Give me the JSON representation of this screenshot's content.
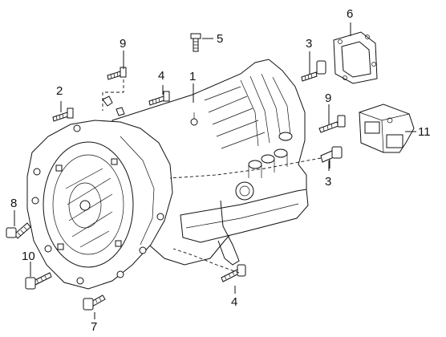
{
  "callouts": {
    "c1": "1",
    "c2": "2",
    "c3a": "3",
    "c3b": "3",
    "c4a": "4",
    "c4b": "4",
    "c5": "5",
    "c6": "6",
    "c7": "7",
    "c8": "8",
    "c9a": "9",
    "c9b": "9",
    "c10": "10",
    "c11": "11"
  }
}
